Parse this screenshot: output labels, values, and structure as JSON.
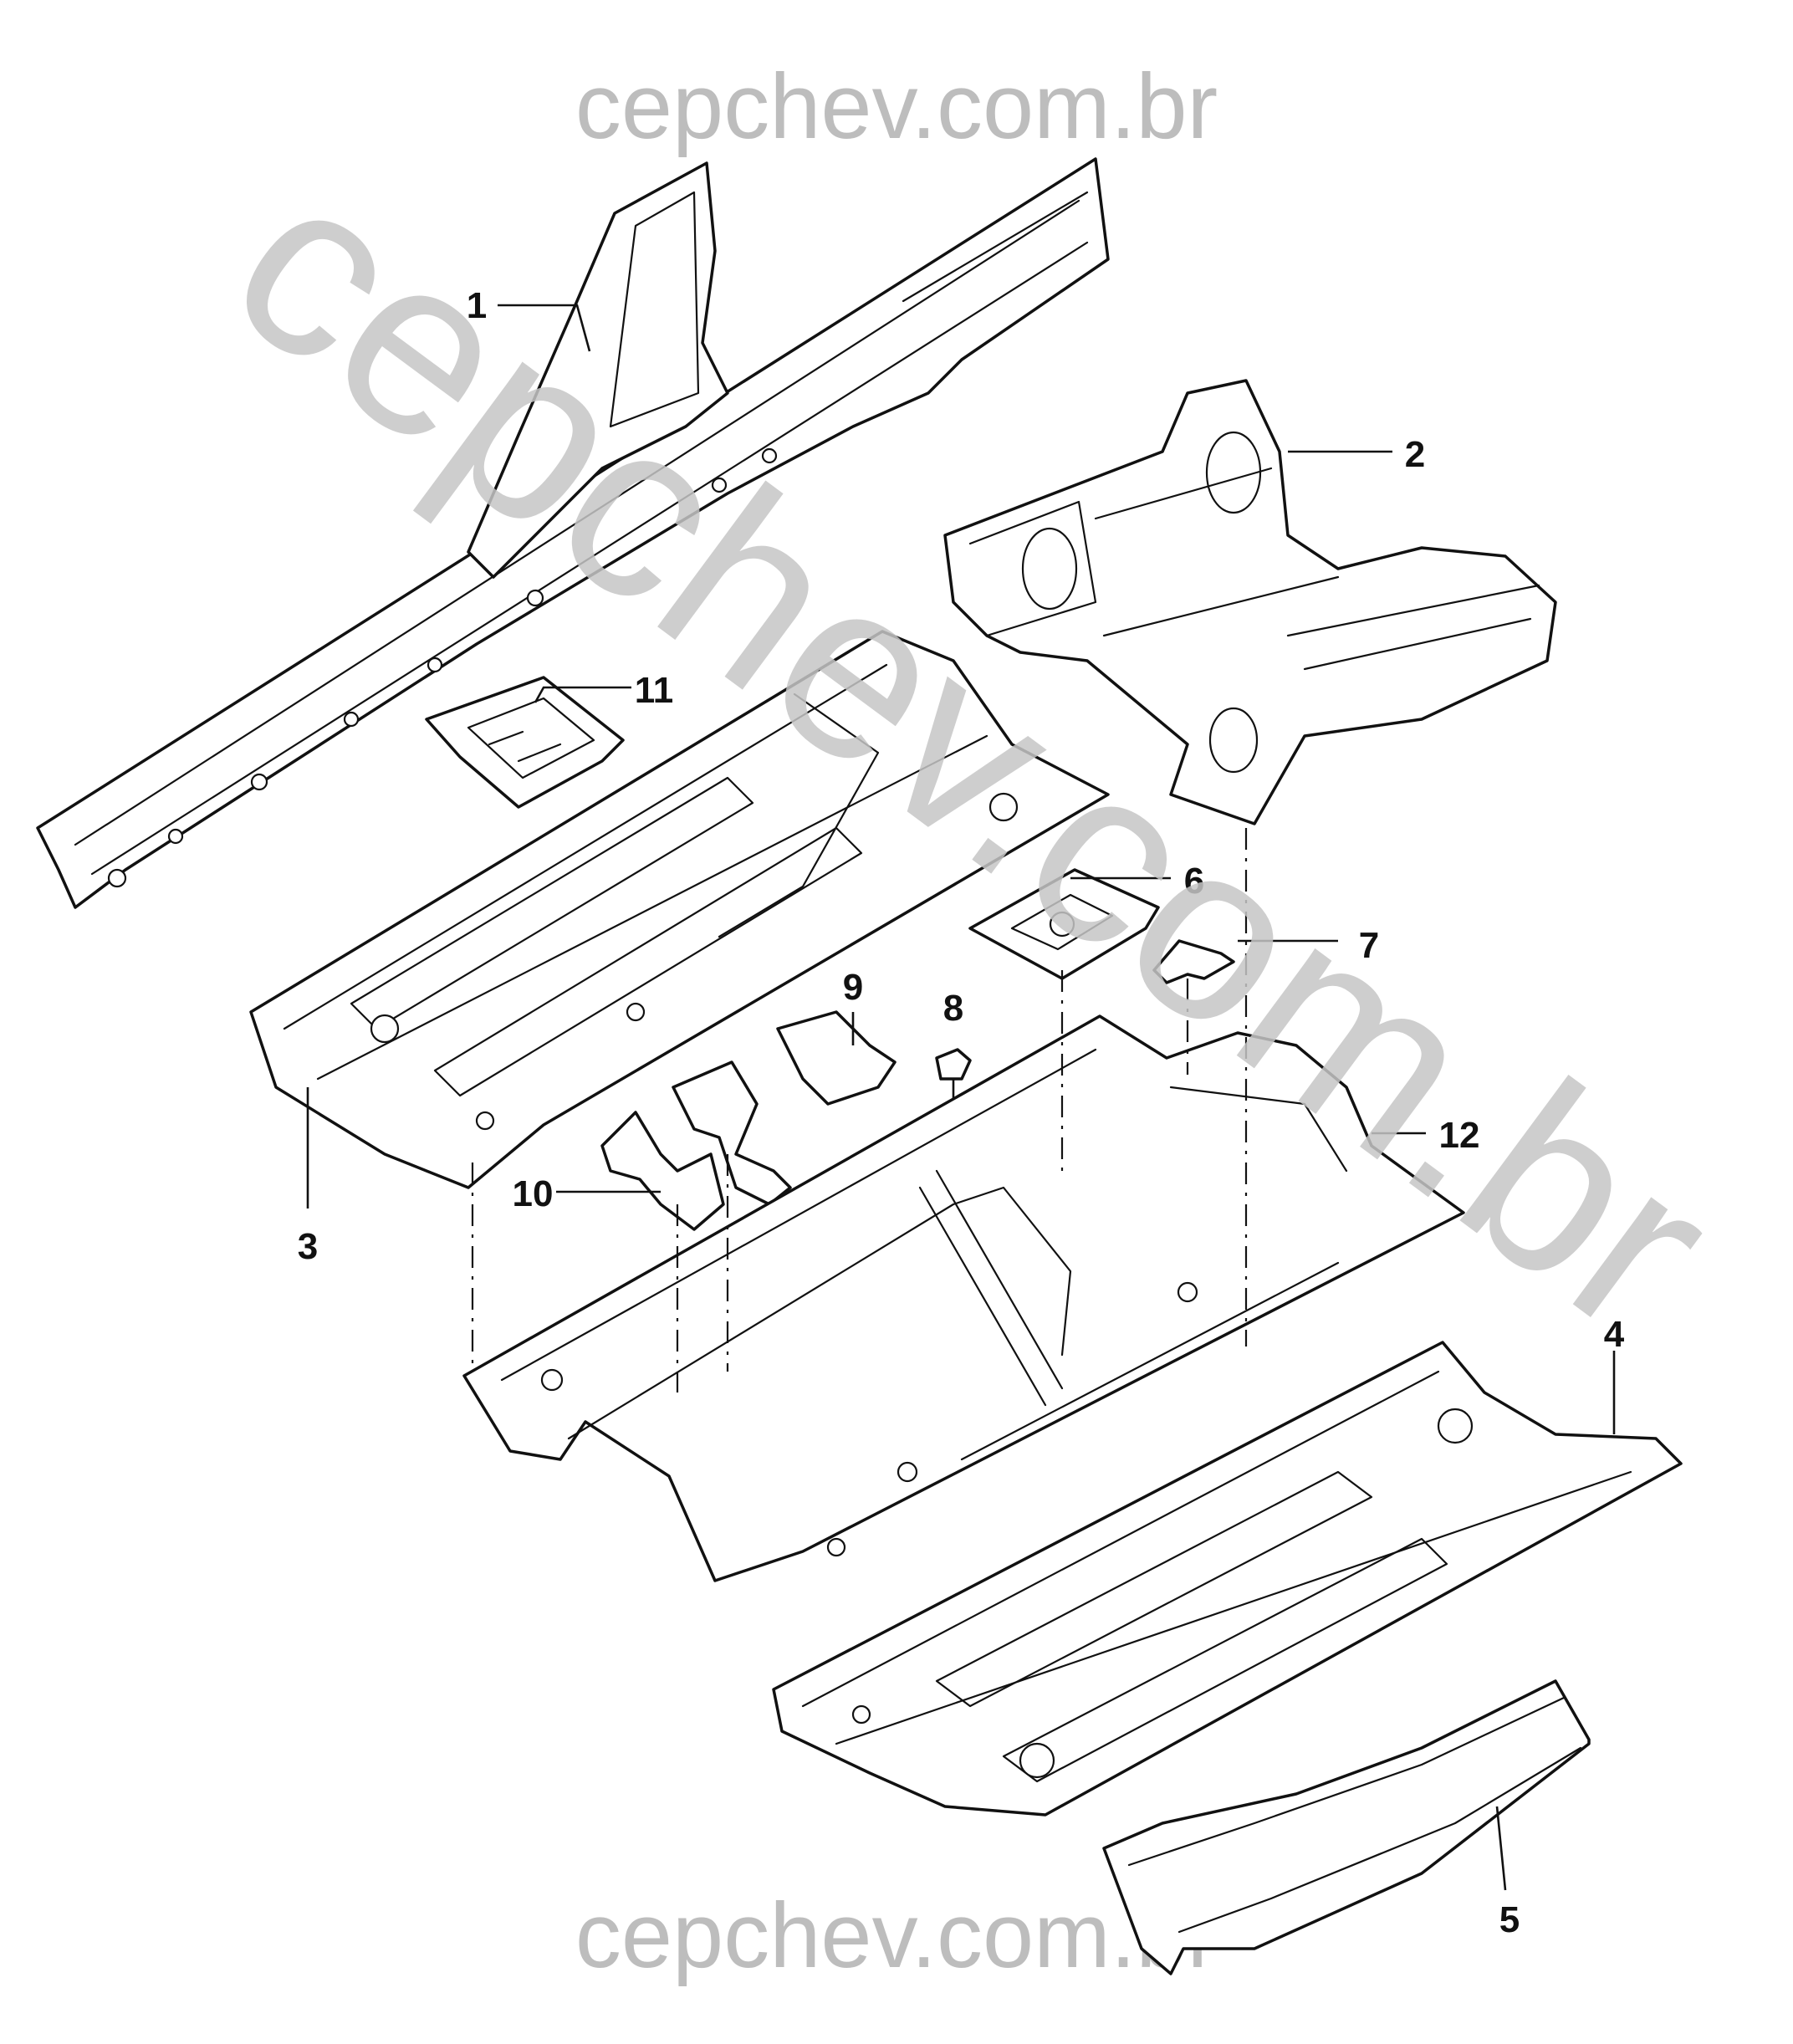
{
  "watermark": {
    "top": "cepchev.com.br",
    "bottom": "cepchev.com.br",
    "diagonal": "cepchev.com.br"
  },
  "callouts": [
    {
      "id": "1",
      "label": "1"
    },
    {
      "id": "2",
      "label": "2"
    },
    {
      "id": "3",
      "label": "3"
    },
    {
      "id": "4",
      "label": "4"
    },
    {
      "id": "5",
      "label": "5"
    },
    {
      "id": "6",
      "label": "6"
    },
    {
      "id": "7",
      "label": "7"
    },
    {
      "id": "8",
      "label": "8"
    },
    {
      "id": "9",
      "label": "9"
    },
    {
      "id": "10",
      "label": "10"
    },
    {
      "id": "11",
      "label": "11"
    },
    {
      "id": "12",
      "label": "12"
    }
  ]
}
